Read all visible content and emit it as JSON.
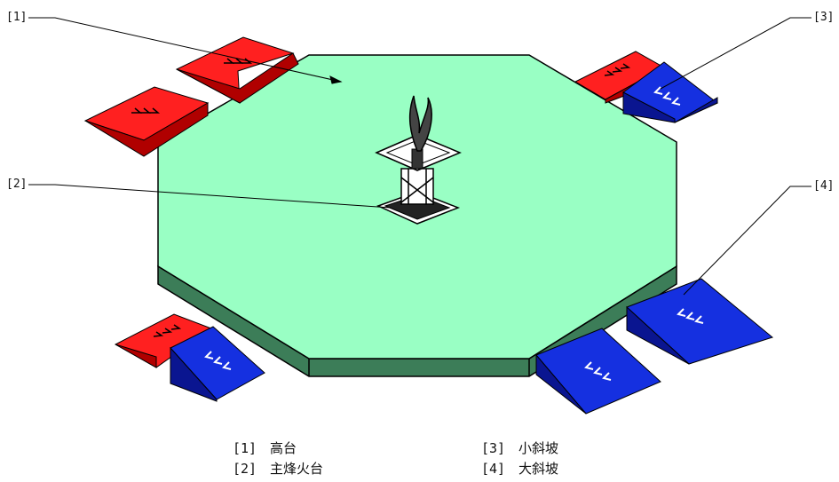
{
  "callouts": [
    {
      "num": "[1]"
    },
    {
      "num": "[2]"
    },
    {
      "num": "[3]"
    },
    {
      "num": "[4]"
    }
  ],
  "legend": [
    {
      "num": "[1]",
      "label": "高台"
    },
    {
      "num": "[2]",
      "label": "主烽火台"
    },
    {
      "num": "[3]",
      "label": "小斜坡"
    },
    {
      "num": "[4]",
      "label": "大斜坡"
    }
  ],
  "colors": {
    "platform_top": "#99FFC4",
    "platform_side": "#3C7D58",
    "red_ramp": "#FF2020",
    "red_ramp_dark": "#B00000",
    "blue_ramp": "#1530E0",
    "blue_ramp_dark": "#0A1590"
  }
}
